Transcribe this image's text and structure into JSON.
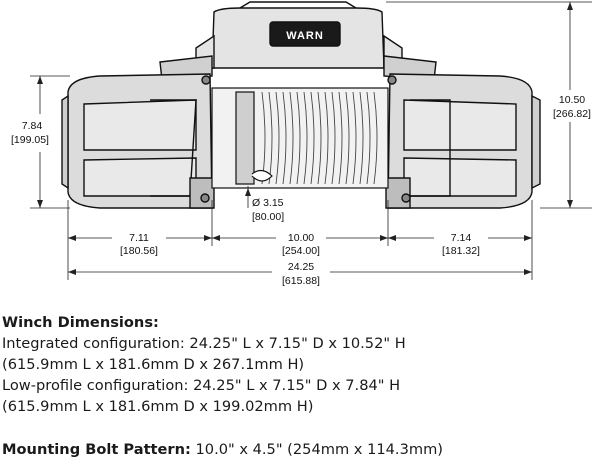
{
  "logo_text": "WARN",
  "dimensions": {
    "height_low_in": "7.84",
    "height_low_mm": "[199.05]",
    "height_int_in": "10.50",
    "height_int_mm": "[266.82]",
    "drum_dia_in": "Ø 3.15",
    "drum_dia_mm": "[80.00]",
    "left_in": "7.11",
    "left_mm": "[180.56]",
    "drum_in": "10.00",
    "drum_mm": "[254.00]",
    "right_in": "7.14",
    "right_mm": "[181.32]",
    "total_in": "24.25",
    "total_mm": "[615.88]"
  },
  "specs": {
    "heading": "Winch Dimensions:",
    "integrated_line": "Integrated configuration: 24.25\" L x 7.15\" D x 10.52\" H",
    "integrated_metric": "(615.9mm L x 181.6mm D x 267.1mm H)",
    "lowprofile_line": "Low-profile configuration: 24.25\" L x 7.15\" D x 7.84\" H",
    "lowprofile_metric": "(615.9mm L x 181.6mm D x 199.02mm H)",
    "bolt_label": "Mounting Bolt Pattern:",
    "bolt_value": " 10.0\" x 4.5\" (254mm x 114.3mm)"
  }
}
